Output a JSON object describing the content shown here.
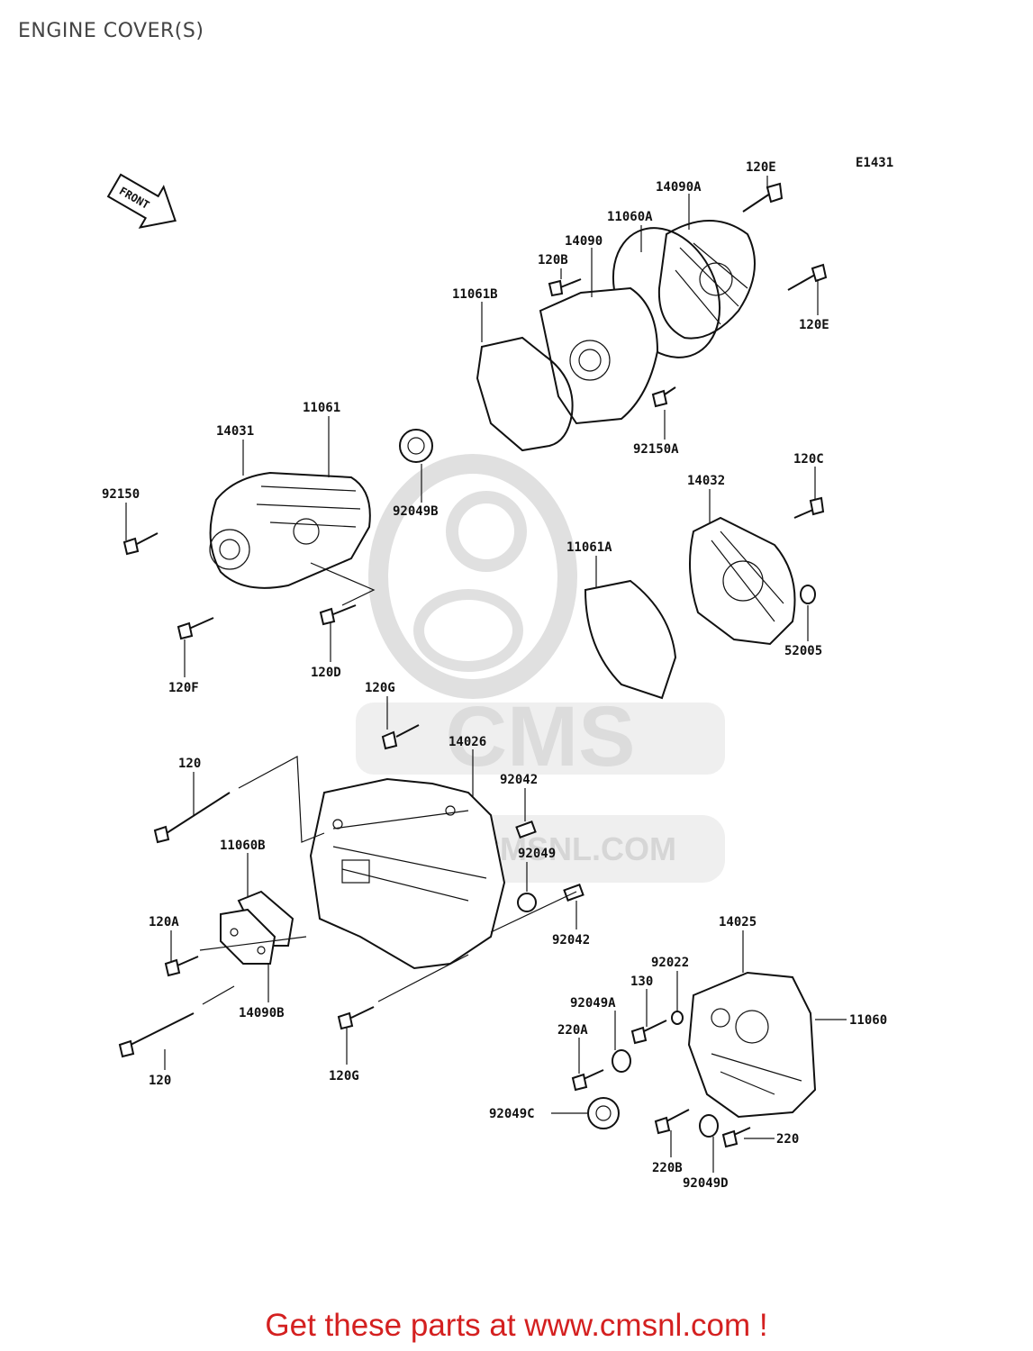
{
  "title": "ENGINE COVER(S)",
  "diagram_code": "E1431",
  "front_label": "FRONT",
  "watermark": {
    "text": "CMS",
    "url": "WWW.CMSNL.COM"
  },
  "footer": "Get these parts at www.cmsnl.com !",
  "colors": {
    "footer": "#d42020",
    "ink": "#111111",
    "watermark": "#e6e6e6"
  },
  "parts": {
    "p120E_top": "120E",
    "p14090A": "14090A",
    "p11060A": "11060A",
    "p14090": "14090",
    "p120B": "120B",
    "p11061B": "11061B",
    "p120E_bot": "120E",
    "p92150A": "92150A",
    "p11061": "11061",
    "p14031": "14031",
    "p92150": "92150",
    "p92049B": "92049B",
    "p120C": "120C",
    "p14032": "14032",
    "p11061A": "11061A",
    "p52005": "52005",
    "p120F": "120F",
    "p120D": "120D",
    "p120G_top": "120G",
    "p14026": "14026",
    "p120_top": "120",
    "p92042_top": "92042",
    "p11060B": "11060B",
    "p92049": "92049",
    "p120A": "120A",
    "p92042_bot": "92042",
    "p14090B": "14090B",
    "p14025": "14025",
    "p92022": "92022",
    "p130": "130",
    "p92049A": "92049A",
    "p11060": "11060",
    "p220A": "220A",
    "p120_bot": "120",
    "p120G_bot": "120G",
    "p92049C": "92049C",
    "p220": "220",
    "p220B": "220B",
    "p92049D": "92049D"
  }
}
